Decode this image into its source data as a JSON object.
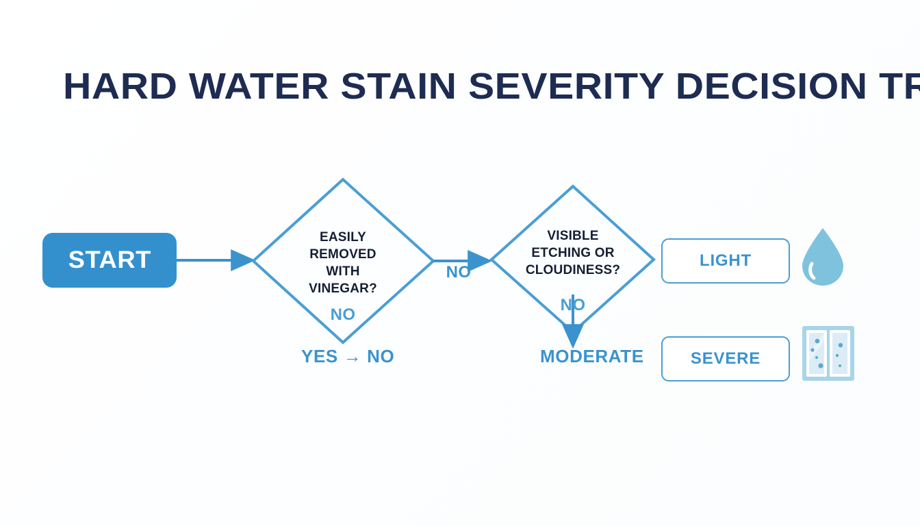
{
  "page": {
    "title": "HARD WATER STAIN SEVERITY DECISION TREE",
    "background_color": "#fdfefe",
    "title_color": "#1e2c52",
    "accent_blue": "#3b93cd",
    "line_blue": "#4a9ed4",
    "start_fill": "#3390cd",
    "icon_blue": "#7fc2dd"
  },
  "flow": {
    "start": {
      "label": "START",
      "shape": "rounded-rect",
      "fill": "#3390cd",
      "text_color": "#ffffff"
    },
    "decisions": [
      {
        "id": "vinegar",
        "text": "EASILY REMOVED WITH VINEGAR?",
        "lines": [
          "EASILY",
          "REMOVED",
          "WITH",
          "VINEGAR?"
        ],
        "inner_label": "NO",
        "below_label": "YES → NO",
        "shape": "diamond"
      },
      {
        "id": "etching",
        "text": "VISIBLE ETCHING OR CLOUDINESS?",
        "lines": [
          "VISIBLE",
          "ETCHING OR",
          "CLOUDINESS?"
        ],
        "inner_label": "NO",
        "below_label": "MODERATE",
        "shape": "diamond"
      }
    ],
    "edges": [
      {
        "from": "start",
        "to": "vinegar",
        "label": ""
      },
      {
        "from": "vinegar",
        "to": "etching",
        "label": "NO"
      },
      {
        "from": "etching",
        "to": "moderate",
        "label": ""
      }
    ],
    "outcomes": [
      {
        "id": "light",
        "label": "LIGHT",
        "icon": "water-droplet-icon"
      },
      {
        "id": "severe",
        "label": "SEVERE",
        "icon": "window-panes-icon"
      }
    ]
  },
  "chart_data": {
    "type": "diagram",
    "title": "HARD WATER STAIN SEVERITY DECISION TREE",
    "nodes": [
      {
        "id": "start",
        "label": "START",
        "type": "terminator"
      },
      {
        "id": "vinegar",
        "label": "EASILY REMOVED WITH VINEGAR?",
        "type": "decision"
      },
      {
        "id": "etching",
        "label": "VISIBLE ETCHING OR CLOUDINESS?",
        "type": "decision"
      },
      {
        "id": "light",
        "label": "LIGHT",
        "type": "outcome"
      },
      {
        "id": "moderate",
        "label": "MODERATE",
        "type": "outcome"
      },
      {
        "id": "severe",
        "label": "SEVERE",
        "type": "outcome"
      }
    ],
    "edges": [
      {
        "from": "start",
        "to": "vinegar",
        "label": ""
      },
      {
        "from": "vinegar",
        "to": "etching",
        "label": "NO"
      },
      {
        "from": "etching",
        "to": "moderate",
        "label": "NO"
      }
    ]
  }
}
